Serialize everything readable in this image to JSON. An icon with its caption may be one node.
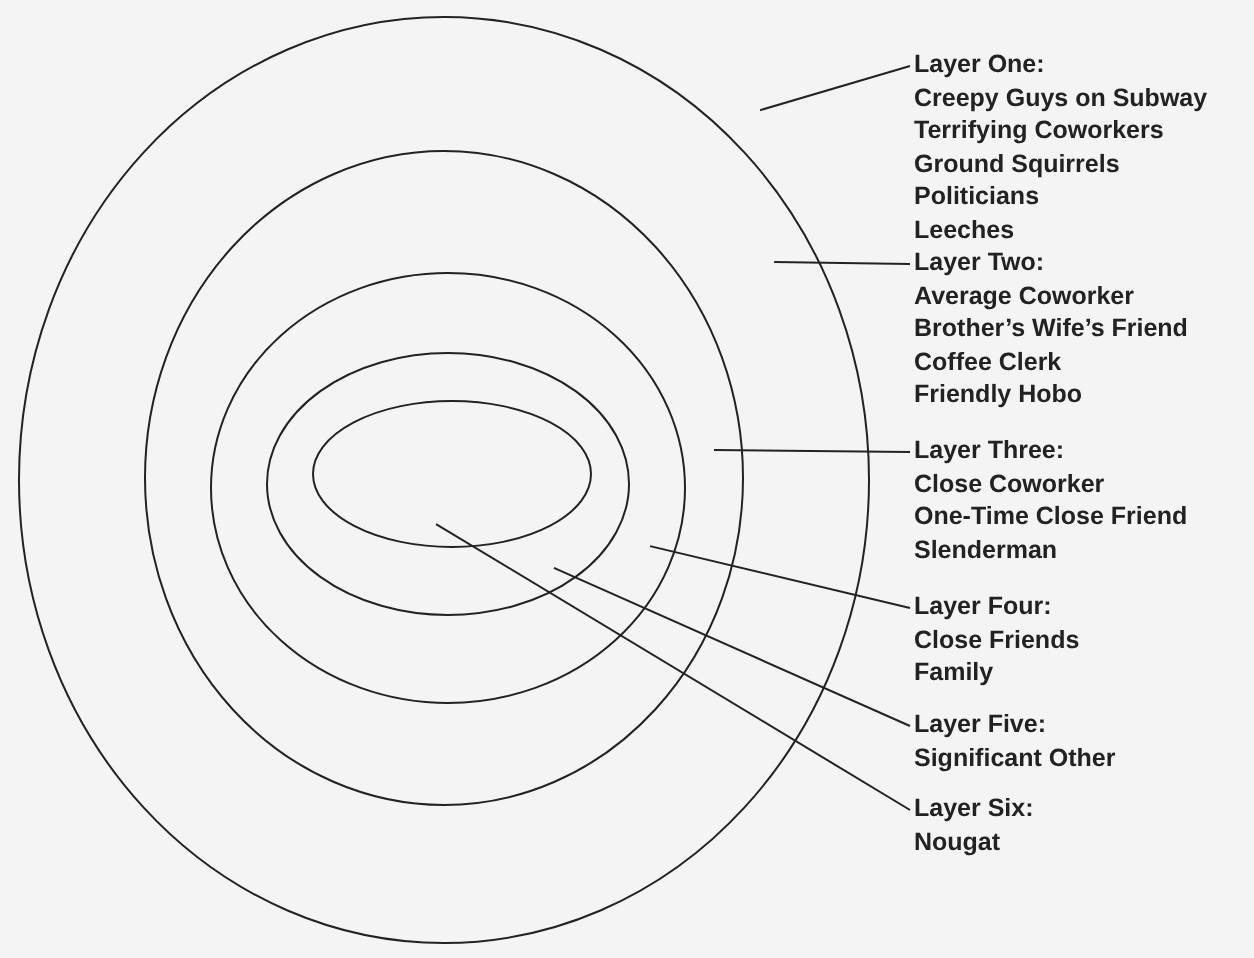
{
  "diagram": {
    "nodes": [
      {
        "text": [],
        "shape": "ellipse"
      },
      {
        "text": [],
        "shape": "ellipse",
        "in": 0
      },
      {
        "text": [],
        "shape": "ellipse",
        "in": 1
      },
      {
        "text": [],
        "shape": "ellipse",
        "in": 2
      },
      {
        "text": [],
        "shape": "ellipse",
        "in": 3
      },
      {
        "text": [
          "Layer One:",
          "Creepy Guys on Subway",
          "Terrifying Coworkers",
          "Ground Squirrels",
          "Politicians",
          "Leeches"
        ]
      },
      {
        "text": [
          "Layer Two:",
          "Average Coworker",
          "Brother’s Wife’s Friend",
          "Coffee Clerk",
          "Friendly Hobo"
        ]
      },
      {
        "text": [
          "Layer Three:",
          "Close Coworker",
          "One-Time Close Friend",
          "Slenderman"
        ]
      },
      {
        "text": [
          "Layer Four:",
          "Close Friends",
          "Family"
        ]
      },
      {
        "text": [
          "Layer Five:",
          "Significant Other"
        ]
      },
      {
        "text": [
          "Layer Six:",
          "Nougat"
        ]
      }
    ],
    "edges": [
      {
        "from": 5,
        "to": 0,
        "arrow": "none"
      },
      {
        "from": 6,
        "to": 0,
        "arrow": "none"
      },
      {
        "from": 7,
        "to": 1,
        "arrow": "none"
      },
      {
        "from": 8,
        "to": 2,
        "arrow": "none"
      },
      {
        "from": 9,
        "to": 3,
        "arrow": "none"
      },
      {
        "from": 10,
        "to": 4,
        "arrow": "none"
      }
    ]
  }
}
